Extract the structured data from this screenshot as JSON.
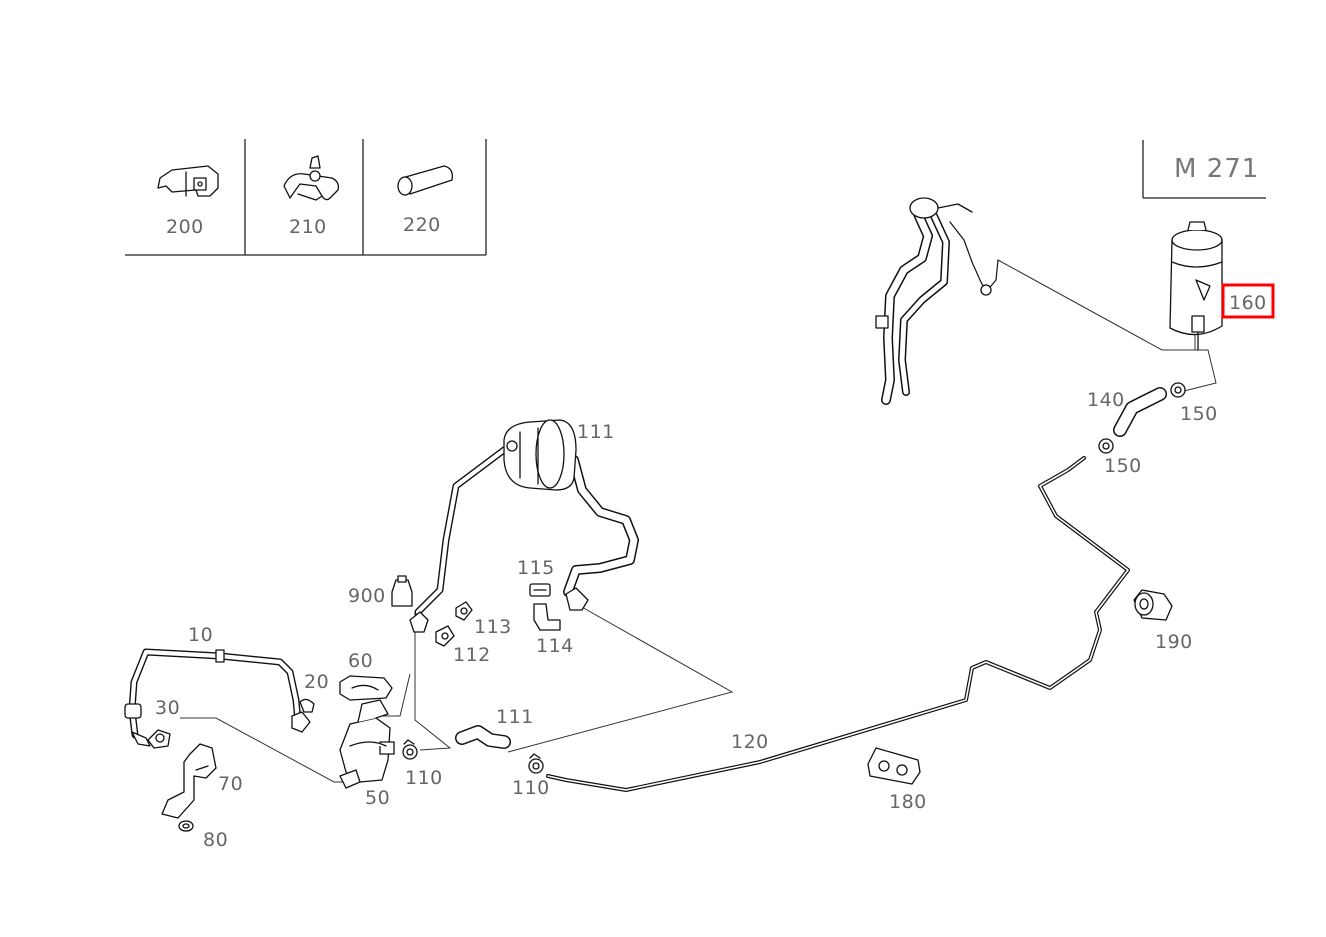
{
  "engine_label": "M 271",
  "highlighted_part": "160",
  "legend": [
    {
      "number": "200",
      "icon": "clip-icon"
    },
    {
      "number": "210",
      "icon": "clamp-icon"
    },
    {
      "number": "220",
      "icon": "hose-sleeve-icon"
    }
  ],
  "callouts": {
    "c10": "10",
    "c20": "20",
    "c30": "30",
    "c50": "50",
    "c60": "60",
    "c70": "70",
    "c80": "80",
    "c110a": "110",
    "c110b": "110",
    "c111a": "111",
    "c111b": "111",
    "c112": "112",
    "c113": "113",
    "c114": "114",
    "c115": "115",
    "c120": "120",
    "c140": "140",
    "c150a": "150",
    "c150b": "150",
    "c160": "160",
    "c180": "180",
    "c190": "190",
    "c900": "900"
  }
}
